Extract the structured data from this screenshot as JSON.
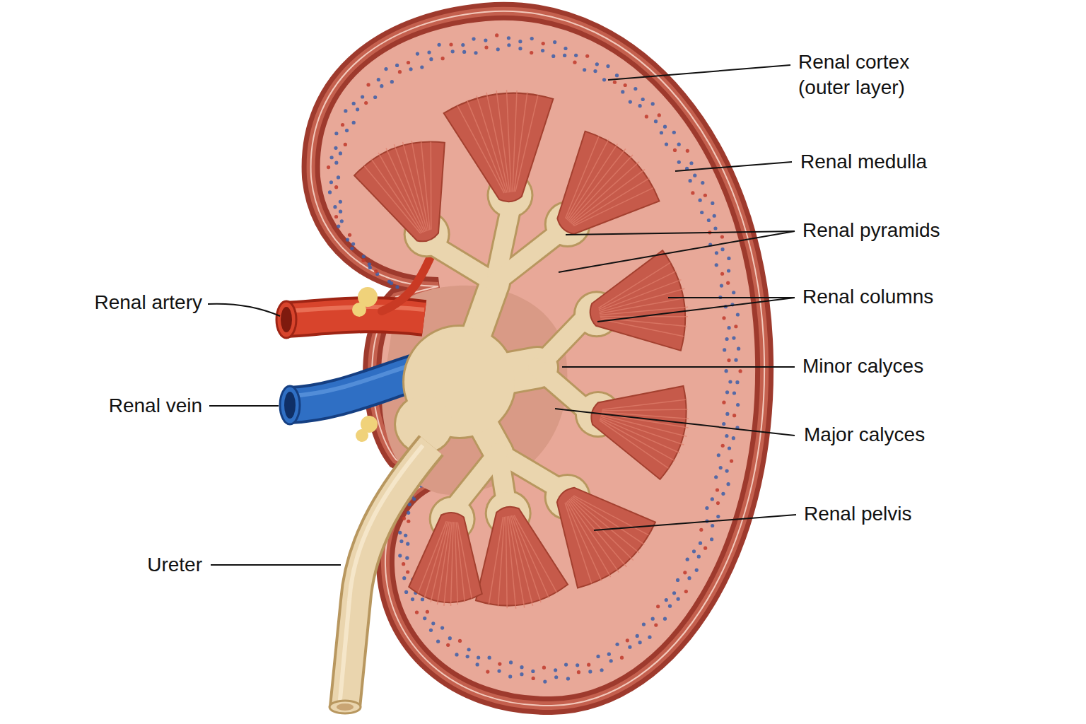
{
  "diagram": {
    "labels": [
      "Renal cortex (outer layer)",
      "Renal medulla",
      "Renal pyramids",
      "Renal columns",
      "Minor calyces",
      "Major calyces",
      "Renal pelvis",
      "Renal artery",
      "Renal vein",
      "Ureter"
    ]
  }
}
